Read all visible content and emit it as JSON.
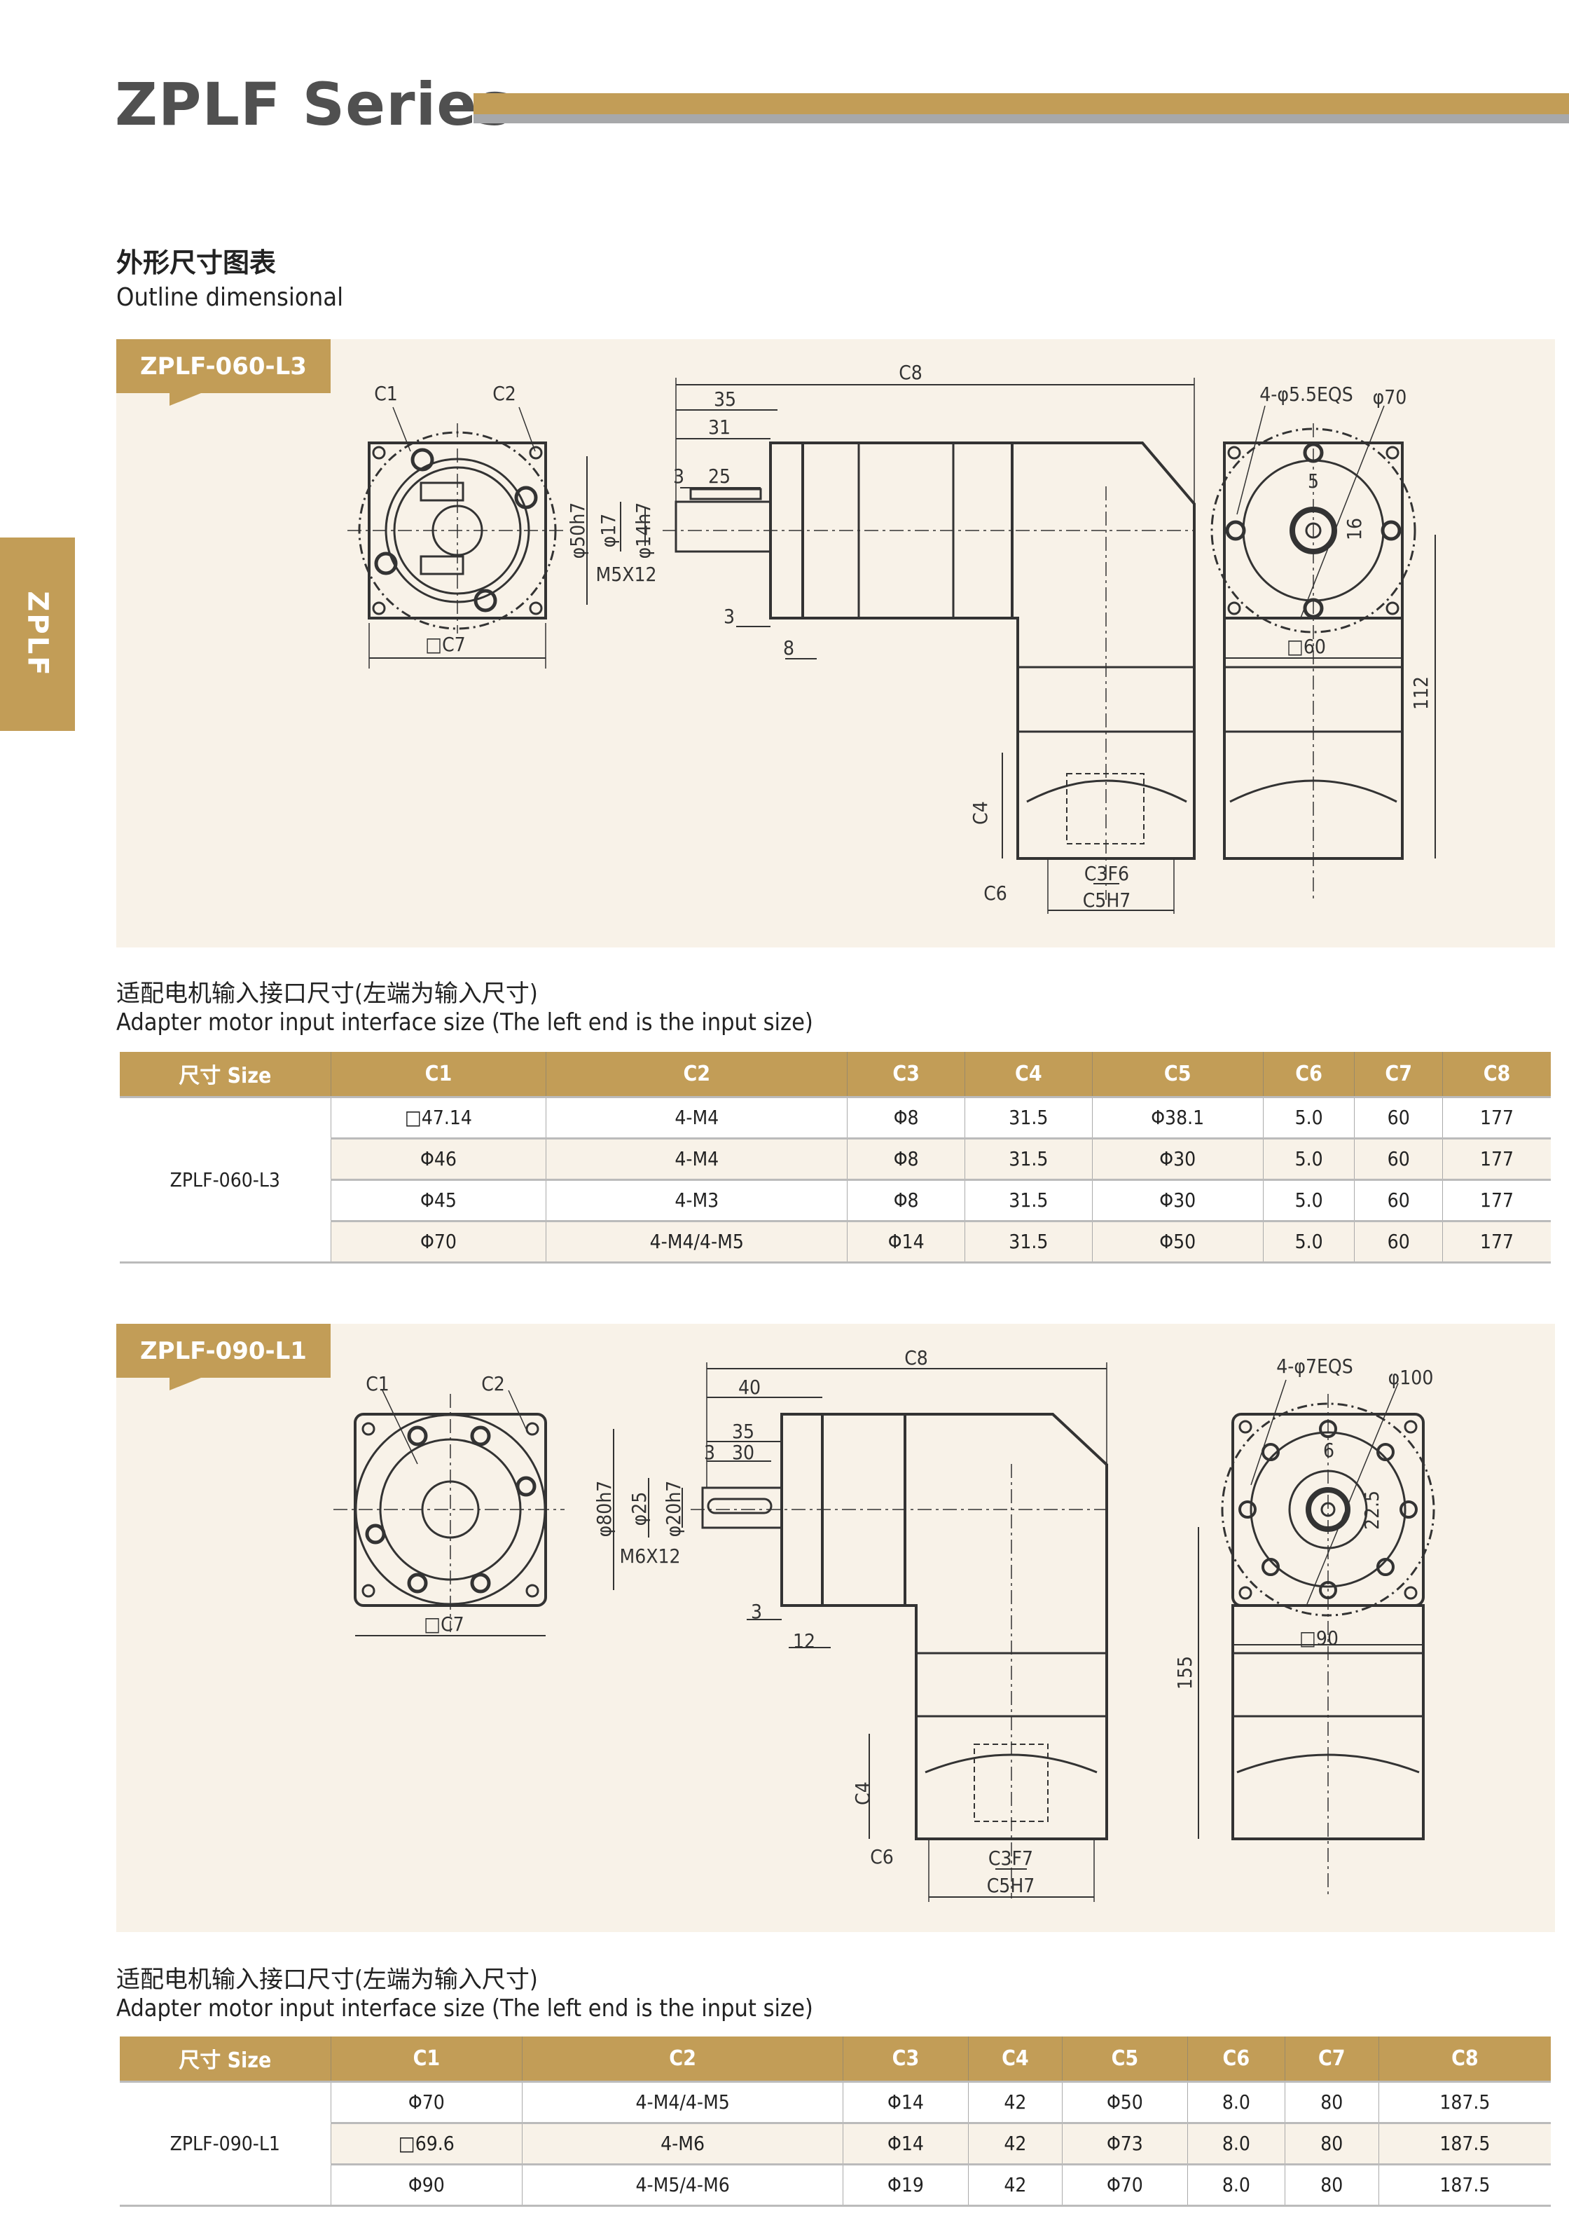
{
  "header": {
    "title": "ZPLF Series",
    "side_tab": "ZPLF"
  },
  "section": {
    "title_cn": "外形尺寸图表",
    "title_en": "Outline dimensional"
  },
  "models": [
    {
      "name": "ZPLF-060-L3",
      "labels": {
        "c1": "C1",
        "c2": "C2",
        "c7": "□C7",
        "c8": "C8",
        "d35": "35",
        "d31": "31",
        "d3a": "3",
        "d25": "25",
        "shaft_d1": "φ50h7",
        "shaft_d2": "φ17",
        "shaft_d3": "φ14h7",
        "thread": "M5X12",
        "d3b": "3",
        "d8": "8",
        "c4": "C4",
        "c6": "C6",
        "c3": "C3F6",
        "c5": "C5H7",
        "holes": "4-φ5.5EQS",
        "pcd": "φ70",
        "key": "5",
        "key_h": "16",
        "square": "□60",
        "height": "112"
      }
    },
    {
      "name": "ZPLF-090-L1",
      "labels": {
        "c1": "C1",
        "c2": "C2",
        "c7": "□C7",
        "c8": "C8",
        "d40": "40",
        "d35": "35",
        "d30": "30",
        "d3a": "3",
        "shaft_d1": "φ80h7",
        "shaft_d2": "φ25",
        "shaft_d3": "φ20h7",
        "thread": "M6X12",
        "d3b": "3",
        "d12": "12",
        "c4": "C4",
        "c6": "C6",
        "c3": "C3F7",
        "c5": "C5H7",
        "holes": "4-φ7EQS",
        "pcd": "φ100",
        "key": "6",
        "key_h": "22.5",
        "square": "□90",
        "height": "155"
      }
    }
  ],
  "adapter_title_cn": "适配电机输入接口尺寸(左端为输入尺寸)",
  "adapter_title_en": "Adapter motor input interface size (The left end is the input size)",
  "table_headers": [
    "尺寸 Size",
    "C1",
    "C2",
    "C3",
    "C4",
    "C5",
    "C6",
    "C7",
    "C8"
  ],
  "tables": [
    {
      "model": "ZPLF-060-L3",
      "rows": [
        [
          "□47.14",
          "4-M4",
          "Φ8",
          "31.5",
          "Φ38.1",
          "5.0",
          "60",
          "177"
        ],
        [
          "Φ46",
          "4-M4",
          "Φ8",
          "31.5",
          "Φ30",
          "5.0",
          "60",
          "177"
        ],
        [
          "Φ45",
          "4-M3",
          "Φ8",
          "31.5",
          "Φ30",
          "5.0",
          "60",
          "177"
        ],
        [
          "Φ70",
          "4-M4/4-M5",
          "Φ14",
          "31.5",
          "Φ50",
          "5.0",
          "60",
          "177"
        ]
      ]
    },
    {
      "model": "ZPLF-090-L1",
      "rows": [
        [
          "Φ70",
          "4-M4/4-M5",
          "Φ14",
          "42",
          "Φ50",
          "8.0",
          "80",
          "187.5"
        ],
        [
          "□69.6",
          "4-M6",
          "Φ14",
          "42",
          "Φ73",
          "8.0",
          "80",
          "187.5"
        ],
        [
          "Φ90",
          "4-M5/4-M6",
          "Φ19",
          "42",
          "Φ70",
          "8.0",
          "80",
          "187.5"
        ]
      ]
    }
  ],
  "colors": {
    "accent": "#c29d57",
    "gray_bar": "#a7a8aa",
    "panel": "#f8f2e8"
  }
}
